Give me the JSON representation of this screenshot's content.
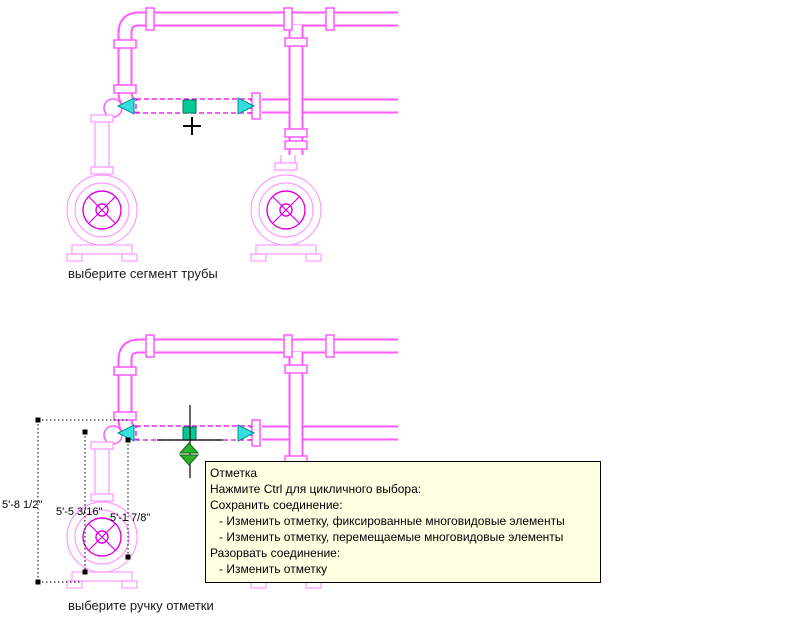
{
  "captions": {
    "top": "выберите сегмент трубы",
    "bottom": "выберите ручку отметки"
  },
  "dimensions": {
    "dim1": "5'-8 1/2\"",
    "dim2": "5'-5 3/16\"",
    "dim3": "5'-1 7/8\""
  },
  "tooltip": {
    "title": "Отметка",
    "line1": "Нажмите Ctrl для цикличного выбора:",
    "line2": "Сохранить соединение:",
    "line3": "- Изменить отметку, фиксированные многовидовые элементы",
    "line4": "- Изменить отметку, перемещаемые многовидовые элементы",
    "line5": "Разорвать соединение:",
    "line6": "- Изменить отметку"
  },
  "colors": {
    "pipe_magenta": "#ff5aff",
    "pipe_light": "#ff9bff",
    "pipe_dark": "#e000e0",
    "grip_cyan": "#35dfdf",
    "grip_teal_square": "#00c896",
    "elevation_grip_green": "#2db22d",
    "tooltip_background": "#ffffe1"
  }
}
